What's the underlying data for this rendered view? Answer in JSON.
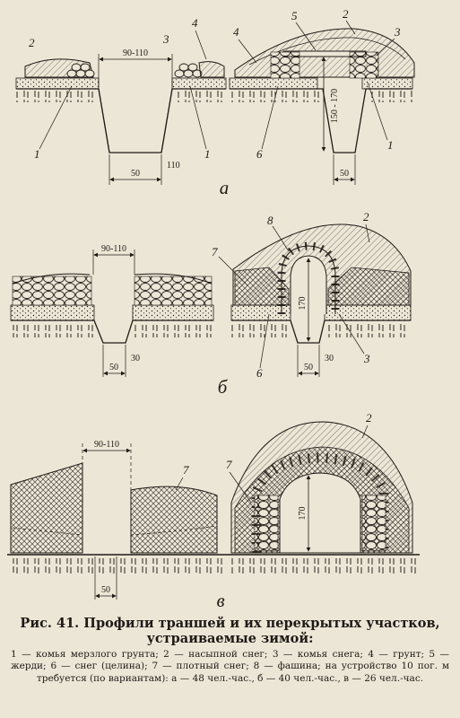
{
  "figure": {
    "variants": {
      "a": {
        "label": "а",
        "dims": {
          "top_width": "90-110",
          "depth": "150 - 170",
          "bottom_width": "50",
          "bottom_side": "110"
        },
        "callouts": {
          "left": [
            "2",
            "1"
          ],
          "middle": [
            "3",
            "4",
            "1"
          ],
          "right": [
            "5",
            "2",
            "4",
            "3",
            "6",
            "1"
          ]
        }
      },
      "b": {
        "label": "б",
        "dims": {
          "top_width": "90-110",
          "height": "170",
          "bottom_width_left": "50",
          "bottom_side_left": "30",
          "bottom_width_right": "50",
          "bottom_side_right": "30"
        },
        "callouts": {
          "right": [
            "8",
            "2",
            "7",
            "6",
            "3"
          ]
        }
      },
      "c": {
        "label": "в",
        "dims": {
          "top_width": "90-110",
          "height": "170",
          "bottom_width": "50"
        },
        "callouts": {
          "left": [
            "7"
          ],
          "right": [
            "2",
            "7"
          ]
        }
      }
    }
  },
  "caption": {
    "title": "Рис. 41. Профили траншей и их перекрытых участков, устраиваемые зимой:",
    "legend": "1 — комья мерзлого грунта; 2 — насыпной снег; 3 — комья снега; 4 — грунт; 5 — жерди; 6 — снег (целина); 7 — плотный снег; 8 — фашина; на устройство 10 пог. м требуется (по вариантам): а — 48 чел.-час., б — 40 чел.-час., в — 26 чел.-час."
  },
  "colors": {
    "paper": "#ece6d6",
    "ink": "#1e1a16"
  }
}
